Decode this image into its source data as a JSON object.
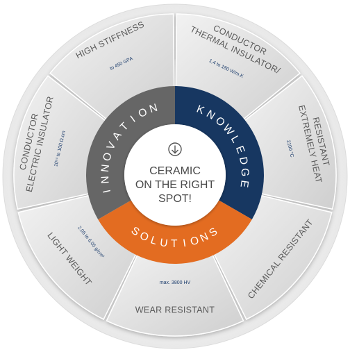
{
  "segments": [
    {
      "title": [
        "THERMAL INSULATOR/",
        "CONDUCTOR"
      ],
      "value": "1,4  to 180 W/m.K"
    },
    {
      "title": [
        "EXTREMELY HEAT",
        "RESISTANT"
      ],
      "value": "2100 °C"
    },
    {
      "title": [
        "CHEMICAL RESISTANT"
      ],
      "value": ""
    },
    {
      "title": [
        "WEAR RESISTANT"
      ],
      "value": "max. 3800 HV"
    },
    {
      "title": [
        "LIGHT WEIGHT"
      ],
      "value": "2.05  to 6.05 g/cm³"
    },
    {
      "title": [
        "ELECTRIC INSULATOR",
        "CONDUCTOR"
      ],
      "value": "10¹⁴ to 100 Ω.cm"
    },
    {
      "title": [
        "HIGH STIFFNESS"
      ],
      "value": "to 450 GPA"
    }
  ],
  "ring": {
    "knowledge": {
      "label": "KNOWLEDGE",
      "color": "#173761"
    },
    "solutions": {
      "label": "SOLUTIONS",
      "color": "#e36c21"
    },
    "innovation": {
      "label": "INNOVATION",
      "color": "#666666"
    }
  },
  "center": {
    "lines": [
      "CERAMIC",
      "ON THE RIGHT",
      "SPOT!"
    ],
    "icon": "down-arrow-circle-icon"
  }
}
